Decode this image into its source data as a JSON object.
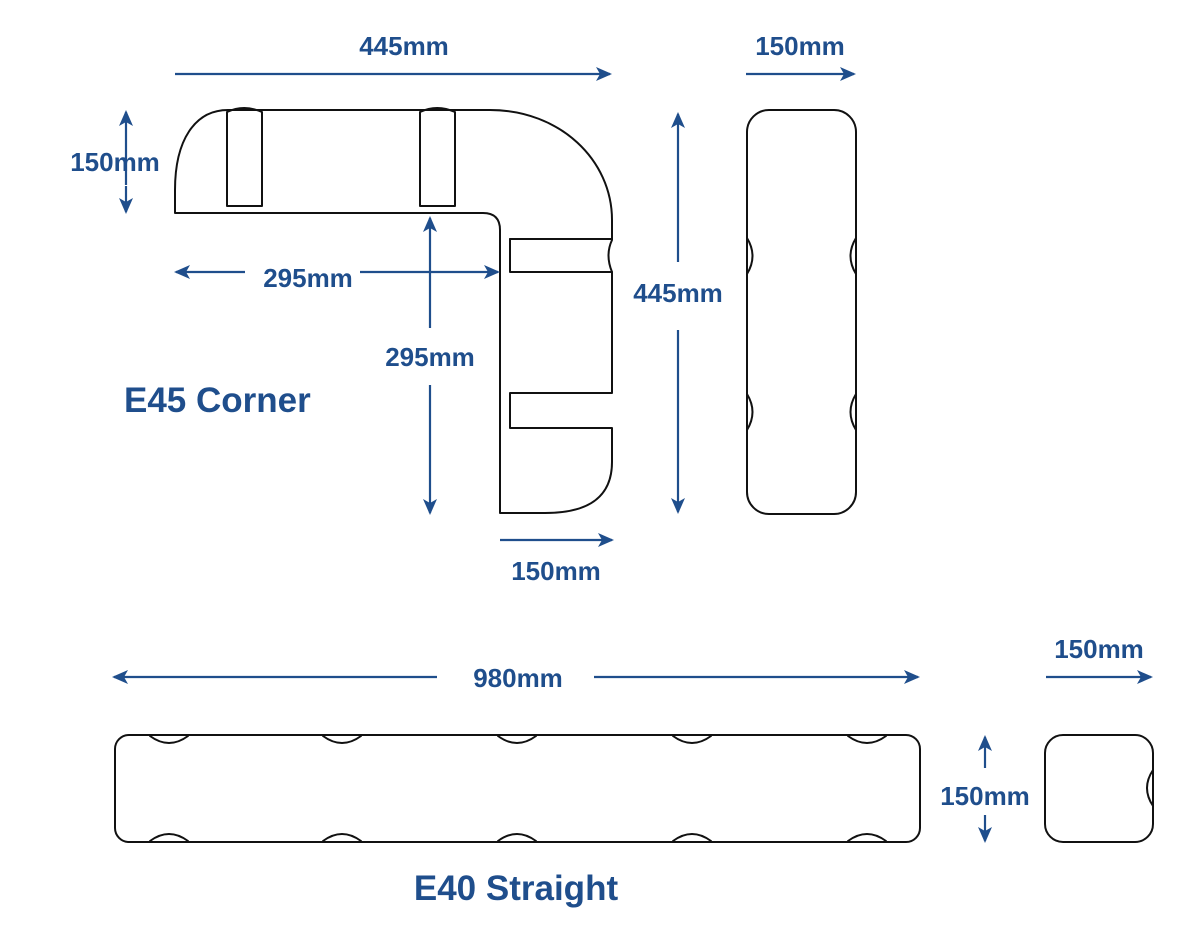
{
  "colors": {
    "dimension": "#1f4e8c",
    "outline": "#111111",
    "background": "#ffffff"
  },
  "titles": {
    "corner": "E45 Corner",
    "straight": "E40 Straight"
  },
  "dimensions": {
    "corner_top_width": "445mm",
    "corner_arm_thickness_left": "150mm",
    "corner_inner_horizontal": "295mm",
    "corner_inner_vertical": "295mm",
    "corner_arm_thickness_bottom": "150mm",
    "side_view_height": "445mm",
    "side_view_width": "150mm",
    "straight_length": "980mm",
    "straight_height": "150mm",
    "end_view_width": "150mm"
  }
}
